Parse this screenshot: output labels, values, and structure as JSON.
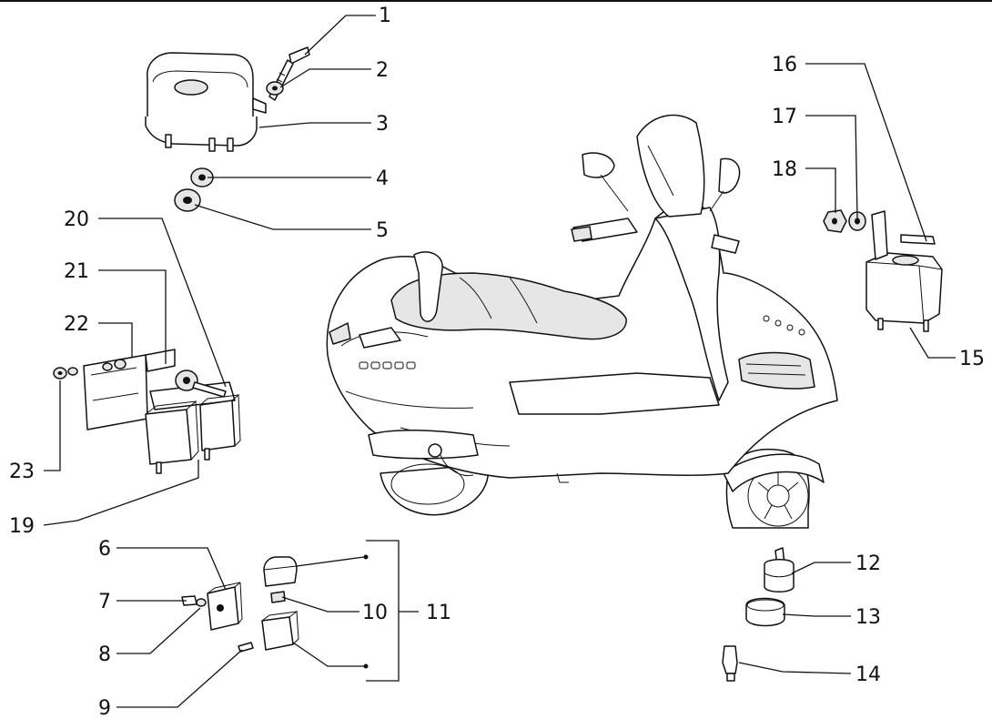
{
  "diagram": {
    "part_numbers": [
      "1",
      "2",
      "3",
      "4",
      "5",
      "6",
      "7",
      "8",
      "9",
      "10",
      "11",
      "12",
      "13",
      "14",
      "15",
      "16",
      "17",
      "18",
      "19",
      "20",
      "21",
      "22",
      "23"
    ]
  }
}
